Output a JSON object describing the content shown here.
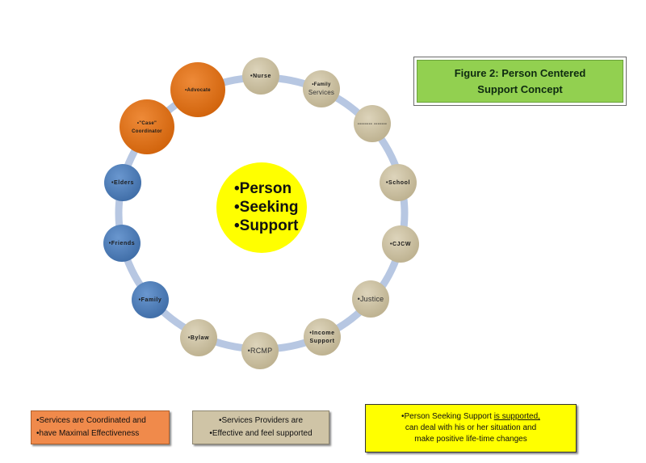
{
  "center": {
    "lines": [
      "•Person",
      "•Seeking",
      "•Support"
    ],
    "color": "#ffff00"
  },
  "nodes": [
    {
      "id": "nurse",
      "label": "•Nurse",
      "color": "#cfc4a6"
    },
    {
      "id": "family-services",
      "label_lines": [
        "•Family",
        "Services"
      ],
      "color": "#cfc4a6"
    },
    {
      "id": "dots",
      "label": "-------- -------",
      "color": "#cfc4a6"
    },
    {
      "id": "school",
      "label": "•School",
      "color": "#cfc4a6"
    },
    {
      "id": "cjcw",
      "label": "•CJCW",
      "color": "#cfc4a6"
    },
    {
      "id": "justice",
      "label": "•Justice",
      "color": "#cfc4a6"
    },
    {
      "id": "income-support",
      "label_lines": [
        "•Income",
        "Support"
      ],
      "color": "#cfc4a6"
    },
    {
      "id": "rcmp",
      "label": "•RCMP",
      "color": "#cfc4a6"
    },
    {
      "id": "bylaw",
      "label": "•Bylaw",
      "color": "#cfc4a6"
    },
    {
      "id": "family",
      "label": "•Family",
      "color": "#4f81bd"
    },
    {
      "id": "friends",
      "label": "•Friends",
      "color": "#4f81bd"
    },
    {
      "id": "elders",
      "label": "•Elders",
      "color": "#4f81bd"
    },
    {
      "id": "case-coordinator",
      "label_lines": [
        "•\"Case\"",
        "Coordinator"
      ],
      "color": "#e36c0a"
    },
    {
      "id": "advocate",
      "label": "•Advocate",
      "color": "#e36c0a"
    }
  ],
  "figure_title": {
    "line1": "Figure 2: Person Centered",
    "line2": "Support Concept"
  },
  "legend": {
    "orange": {
      "line1": "•Services are Coordinated and",
      "line2": "•have Maximal Effectiveness"
    },
    "tan": {
      "line1": "•Services Providers are",
      "line2": "•Effective and feel supported"
    },
    "yellow": {
      "line1_a": "•Person Seeking Support ",
      "line1_b": "is supported,",
      "line2": "can deal with his or her situation and",
      "line3": "make positive life-time changes"
    }
  },
  "colors": {
    "ring": "#b7c7e2",
    "tan": "#cfc4a6",
    "blue": "#4f81bd",
    "orange": "#e36c0a",
    "green": "#92d050",
    "yellow": "#ffff00"
  }
}
